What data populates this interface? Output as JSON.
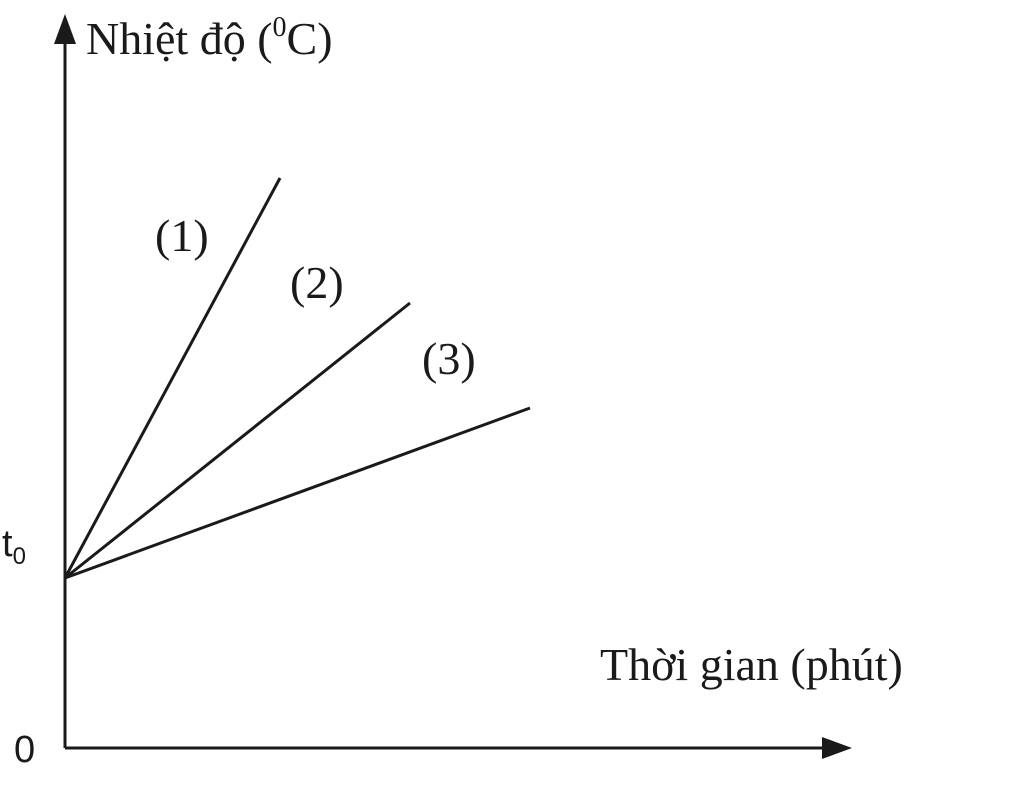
{
  "chart_data": {
    "type": "line",
    "ylabel_main": "Nhiệt độ (",
    "ylabel_sup": "0",
    "ylabel_end": "C)",
    "xlabel": "Thời gian (phút)",
    "origin_label": "0",
    "y_tick_label": "t",
    "y_tick_sub": "0",
    "series": [
      {
        "name": "(1)",
        "x": [
          0,
          4.3
        ],
        "y": [
          0,
          8.0
        ]
      },
      {
        "name": "(2)",
        "x": [
          0,
          6.9
        ],
        "y": [
          0,
          5.5
        ]
      },
      {
        "name": "(3)",
        "x": [
          0,
          9.3
        ],
        "y": [
          0,
          3.4
        ]
      }
    ]
  }
}
